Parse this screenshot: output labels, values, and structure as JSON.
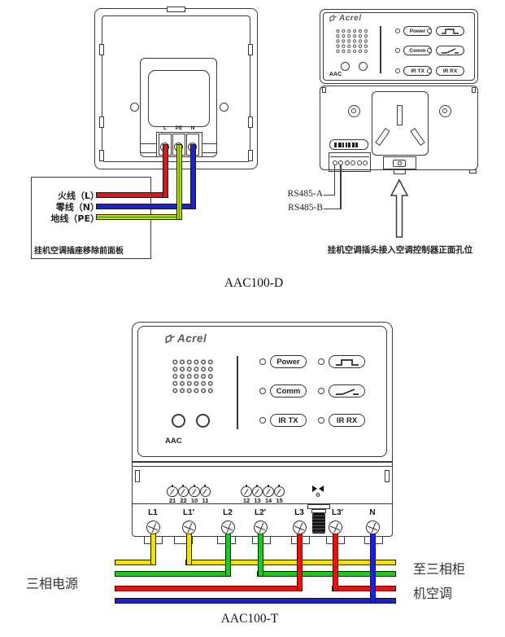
{
  "top_diagram": {
    "caption": "AAC100-D",
    "wall_plate": {
      "terminal_labels": [
        "L",
        "PE",
        "N"
      ],
      "wires": [
        {
          "name": "live",
          "label": "火线（L）",
          "color": "#e81212"
        },
        {
          "name": "neutral",
          "label": "零线（N）",
          "color": "#1f1fd9"
        },
        {
          "name": "earth",
          "label": "地线（PE）",
          "color": "#f2e205",
          "stripe": "#28b428"
        }
      ],
      "note": "挂机空调插座移除前面板"
    },
    "controller": {
      "brand": "Acrel",
      "panel_label": "AAC",
      "leds": {
        "power": "Power",
        "comm": "Comm",
        "ir_tx": "IR TX",
        "ir_rx": "IR RX"
      },
      "icons": {
        "row1_right": "pulse-icon",
        "row2_right": "switch-icon"
      },
      "rs485": {
        "a": "RS485-A",
        "b": "RS485-B"
      },
      "arrow_note": "挂机空调插头接入空调控制器正面孔位"
    }
  },
  "bottom_diagram": {
    "caption": "AAC100-T",
    "brand": "Acrel",
    "panel_label": "AAC",
    "leds": {
      "power": "Power",
      "comm": "Comm",
      "ir_tx": "IR TX",
      "ir_rx": "IR RX"
    },
    "icons": {
      "row1_right": "pulse-icon",
      "row2_right": "switch-icon",
      "top": "antenna-icon"
    },
    "small_terminals": [
      [
        "21",
        "22",
        "10",
        "11"
      ],
      [
        "12",
        "13",
        "14",
        "15"
      ]
    ],
    "large_terminals": [
      "L1",
      "L1'",
      "L2",
      "L2'",
      "L3",
      "L3'",
      "N"
    ],
    "left_label": "三相电源",
    "right_label_line1": "至三相柜",
    "right_label_line2": "机空调"
  },
  "colors": {
    "wire_red": "#e81212",
    "wire_blue": "#1f1fd9",
    "wire_yellow": "#f2e205",
    "wire_green": "#23c423",
    "earth_stripe": "#28b428",
    "line_art": "#3a3a3a"
  }
}
